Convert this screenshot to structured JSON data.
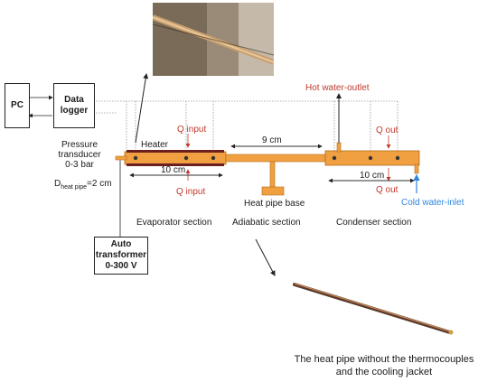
{
  "photo_top": {
    "alt": "photo of heat pipe with thermocouples"
  },
  "pc_box": {
    "label": "PC"
  },
  "data_logger_box": {
    "line1": "Data",
    "line2": "logger"
  },
  "auto_transformer_box": {
    "line1": "Auto",
    "line2": "transformer",
    "line3": "0-300 V"
  },
  "pressure": {
    "line1": "Pressure",
    "line2": "transducer",
    "line3": "0-3 bar"
  },
  "d_heat_pipe": {
    "d": "D",
    "sub": "heat pipe",
    "value": "=2 cm"
  },
  "heater": "Heater",
  "q_input_top": "Q input",
  "q_input_bottom": "Q input",
  "nine_cm": "9 cm",
  "ten_cm_left": "10 cm",
  "ten_cm_right": "10 cm",
  "hot_water_outlet": "Hot water-outlet",
  "cold_water_inlet": "Cold water-inlet",
  "q_out_top": "Q out",
  "q_out_bottom": "Q out",
  "heat_pipe_base": "Heat pipe base",
  "sections": {
    "evaporator": "Evaporator section",
    "adiabatic": "Adiabatic section",
    "condenser": "Condenser section"
  },
  "caption": {
    "line1": "The heat pipe without the thermocouples",
    "line2": "and the cooling jacket"
  },
  "colors": {
    "pipe": "#f0a040",
    "heater": "#6b1f1f",
    "red_text": "#c0392b",
    "blue_text": "#2e86de"
  }
}
